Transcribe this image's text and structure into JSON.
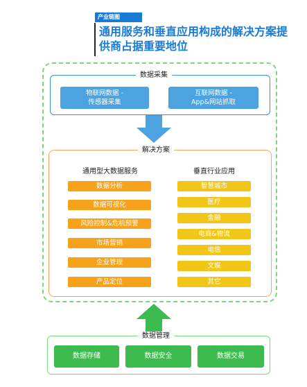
{
  "header": {
    "tag": "产业链图",
    "title": "通用服务和垂直应用构成的解决方案提供商占据重要地位"
  },
  "collection": {
    "label": "数据采集",
    "items": [
      "物联网数据 -\n传感器采集",
      "互联网数据 -\nApp&网站抓取"
    ]
  },
  "solution": {
    "label": "解决方案",
    "left_title": "通用型大数据服务",
    "left_items": [
      "数据分析",
      "数据可视化",
      "风险控制&危机预警",
      "市场营销",
      "企业管理",
      "产品定位"
    ],
    "right_title": "垂直行业应用",
    "right_items": [
      "智慧城市",
      "医疗",
      "金融",
      "电商&物流",
      "电信",
      "文娱",
      "其它"
    ]
  },
  "management": {
    "label": "数据管理",
    "items": [
      "数据存储",
      "数据安全",
      "数据交易"
    ]
  },
  "colors": {
    "blue": "#4da2e0",
    "orange": "#f7a21b",
    "yellow": "#f2c618",
    "green": "#3dbb4f",
    "title_blue": "#1a7bd5"
  }
}
